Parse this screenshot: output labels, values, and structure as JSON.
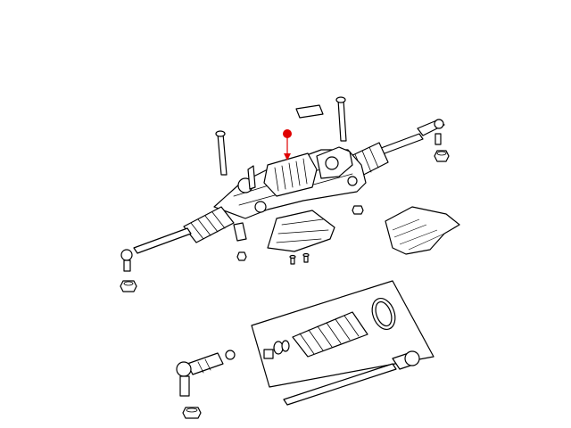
{
  "diagram": {
    "callout_color": "#e00000",
    "line_color": "#000000",
    "background_color": "#ffffff",
    "icons": [
      "steering-gear-assembly",
      "inner-tie-rod",
      "outer-tie-rod-end",
      "boot",
      "clamp"
    ]
  }
}
